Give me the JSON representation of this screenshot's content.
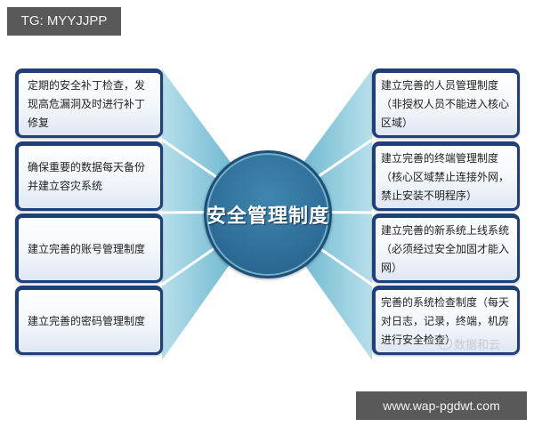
{
  "watermarks": {
    "top_left": "TG: MYYJJPP",
    "bottom_right": "www.wap-pgdwt.com",
    "source_mark": "数据和云"
  },
  "diagram": {
    "center": "安全管理制度",
    "left": [
      {
        "text": "定期的安全补丁检查，发现高危漏洞及时进行补丁修复"
      },
      {
        "text": "确保重要的数据每天备份并建立容灾系统"
      },
      {
        "text": "建立完善的账号管理制度"
      },
      {
        "text": "建立完善的密码管理制度"
      }
    ],
    "right": [
      {
        "text": "建立完善的人员管理制度（非授权人员不能进入核心区域）"
      },
      {
        "text": "建立完善的终端管理制度（核心区域禁止连接外网，禁止安装不明程序）"
      },
      {
        "text": "建立完善的新系统上线系统（必须经过安全加固才能入网）"
      },
      {
        "text": "完善的系统检查制度（每天对日志，记录，终端，机房进行安全检查）"
      }
    ]
  },
  "colors": {
    "box_border": "#1f3f7a",
    "ray": "#6cb8cf",
    "circle": "#2f6e98"
  }
}
